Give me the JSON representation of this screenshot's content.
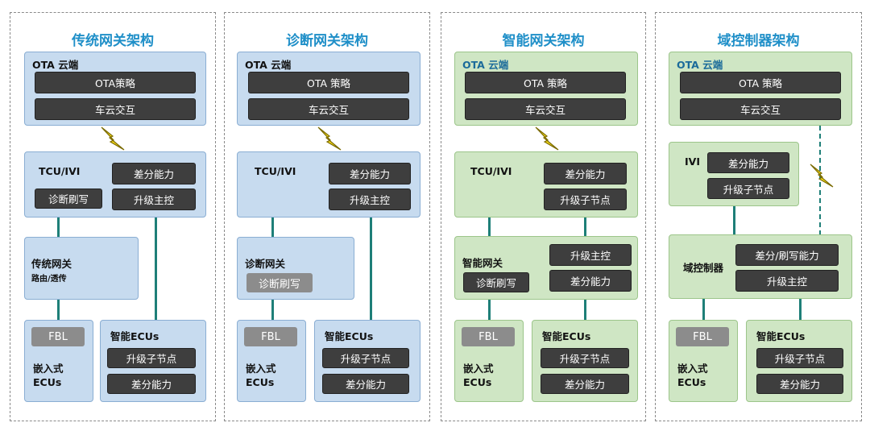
{
  "panels": [
    {
      "title": "传统网关架构",
      "cloud": {
        "title": "OTA 云端",
        "items": [
          "OTA策略",
          "车云交互"
        ]
      },
      "tcu": {
        "title": "TCU/IVI",
        "items": [
          "差分能力",
          "升级主控"
        ],
        "extra": "诊断刷写"
      },
      "gateway": {
        "title": "传统网关",
        "subtitle": "路由/透传"
      },
      "embedded": {
        "fbl": "FBL",
        "label_line1": "嵌入式",
        "label_line2": "ECUs"
      },
      "smart": {
        "title": "智能ECUs",
        "items": [
          "升级子节点",
          "差分能力"
        ]
      }
    },
    {
      "title": "诊断网关架构",
      "cloud": {
        "title": "OTA 云端",
        "items": [
          "OTA 策略",
          "车云交互"
        ]
      },
      "tcu": {
        "title": "TCU/IVI",
        "items": [
          "差分能力",
          "升级主控"
        ]
      },
      "gateway": {
        "title": "诊断网关",
        "button": "诊断刷写"
      },
      "embedded": {
        "fbl": "FBL",
        "label_line1": "嵌入式",
        "label_line2": "ECUs"
      },
      "smart": {
        "title": "智能ECUs",
        "items": [
          "升级子节点",
          "差分能力"
        ]
      }
    },
    {
      "title": "智能网关架构",
      "cloud": {
        "title": "OTA 云端",
        "items": [
          "OTA 策略",
          "车云交互"
        ]
      },
      "tcu": {
        "title": "TCU/IVI",
        "items": [
          "差分能力",
          "升级子节点"
        ]
      },
      "gateway": {
        "title": "智能网关",
        "items": [
          "升级主控",
          "差分能力"
        ],
        "extra": "诊断刷写"
      },
      "embedded": {
        "fbl": "FBL",
        "label_line1": "嵌入式",
        "label_line2": "ECUs"
      },
      "smart": {
        "title": "智能ECUs",
        "items": [
          "升级子节点",
          "差分能力"
        ]
      }
    },
    {
      "title": "域控制器架构",
      "cloud": {
        "title": "OTA 云端",
        "items": [
          "OTA 策略",
          "车云交互"
        ]
      },
      "ivi": {
        "title": "IVI",
        "items": [
          "差分能力",
          "升级子节点"
        ]
      },
      "domain": {
        "title": "域控制器",
        "items": [
          "差分/刷写能力",
          "升级主控"
        ]
      },
      "embedded": {
        "fbl": "FBL",
        "label_line1": "嵌入式",
        "label_line2": "ECUs"
      },
      "smart": {
        "title": "智能ECUs",
        "items": [
          "升级子节点",
          "差分能力"
        ]
      }
    }
  ]
}
